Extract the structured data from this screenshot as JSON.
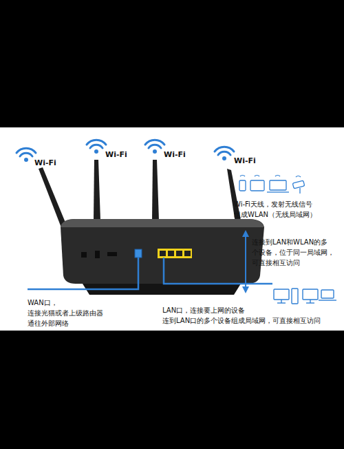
{
  "diagram": {
    "labels": [
      "Wi-Fi",
      "Wi-Fi",
      "Wi-Fi",
      "Wi-Fi",
      "Wi-Fi天线，发射无线信号 组成WLAN（无线局域网）",
      "连接到LAN和WLAN的多 个设备，位于同一局域网， 可直接相互访问",
      "WAN口，连接光猫或者上级路由器 通往外部网络",
      "LAN口，连接要上网的设备 连到LAN口的多个设备组成局域网，可直接相互访问"
    ]
  }
}
